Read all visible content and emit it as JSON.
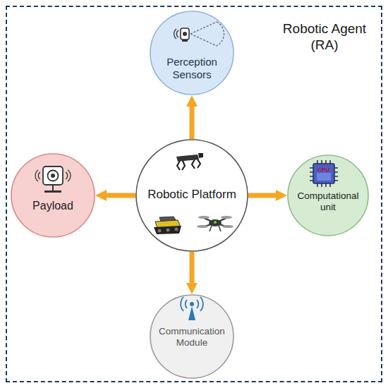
{
  "diagram": {
    "nodes": [
      {
        "text": [
          "Robotic Agent (RA)"
        ]
      },
      {
        "text": [
          "Perception Sensors"
        ],
        "in": 0
      },
      {
        "text": [
          "Payload"
        ],
        "in": 0
      },
      {
        "text": [
          "Robotic Platform"
        ],
        "in": 0
      },
      {
        "text": [
          "Computational unit"
        ],
        "in": 0
      },
      {
        "text": [
          "Communication Module"
        ],
        "in": 0
      }
    ],
    "edges": [
      {
        "from": 3,
        "to": 1,
        "arrow": "to"
      },
      {
        "from": 3,
        "to": 2,
        "arrow": "to"
      },
      {
        "from": 3,
        "to": 4,
        "arrow": "to"
      },
      {
        "from": 3,
        "to": 5,
        "arrow": "to"
      }
    ],
    "labels": [
      "CPU"
    ]
  }
}
